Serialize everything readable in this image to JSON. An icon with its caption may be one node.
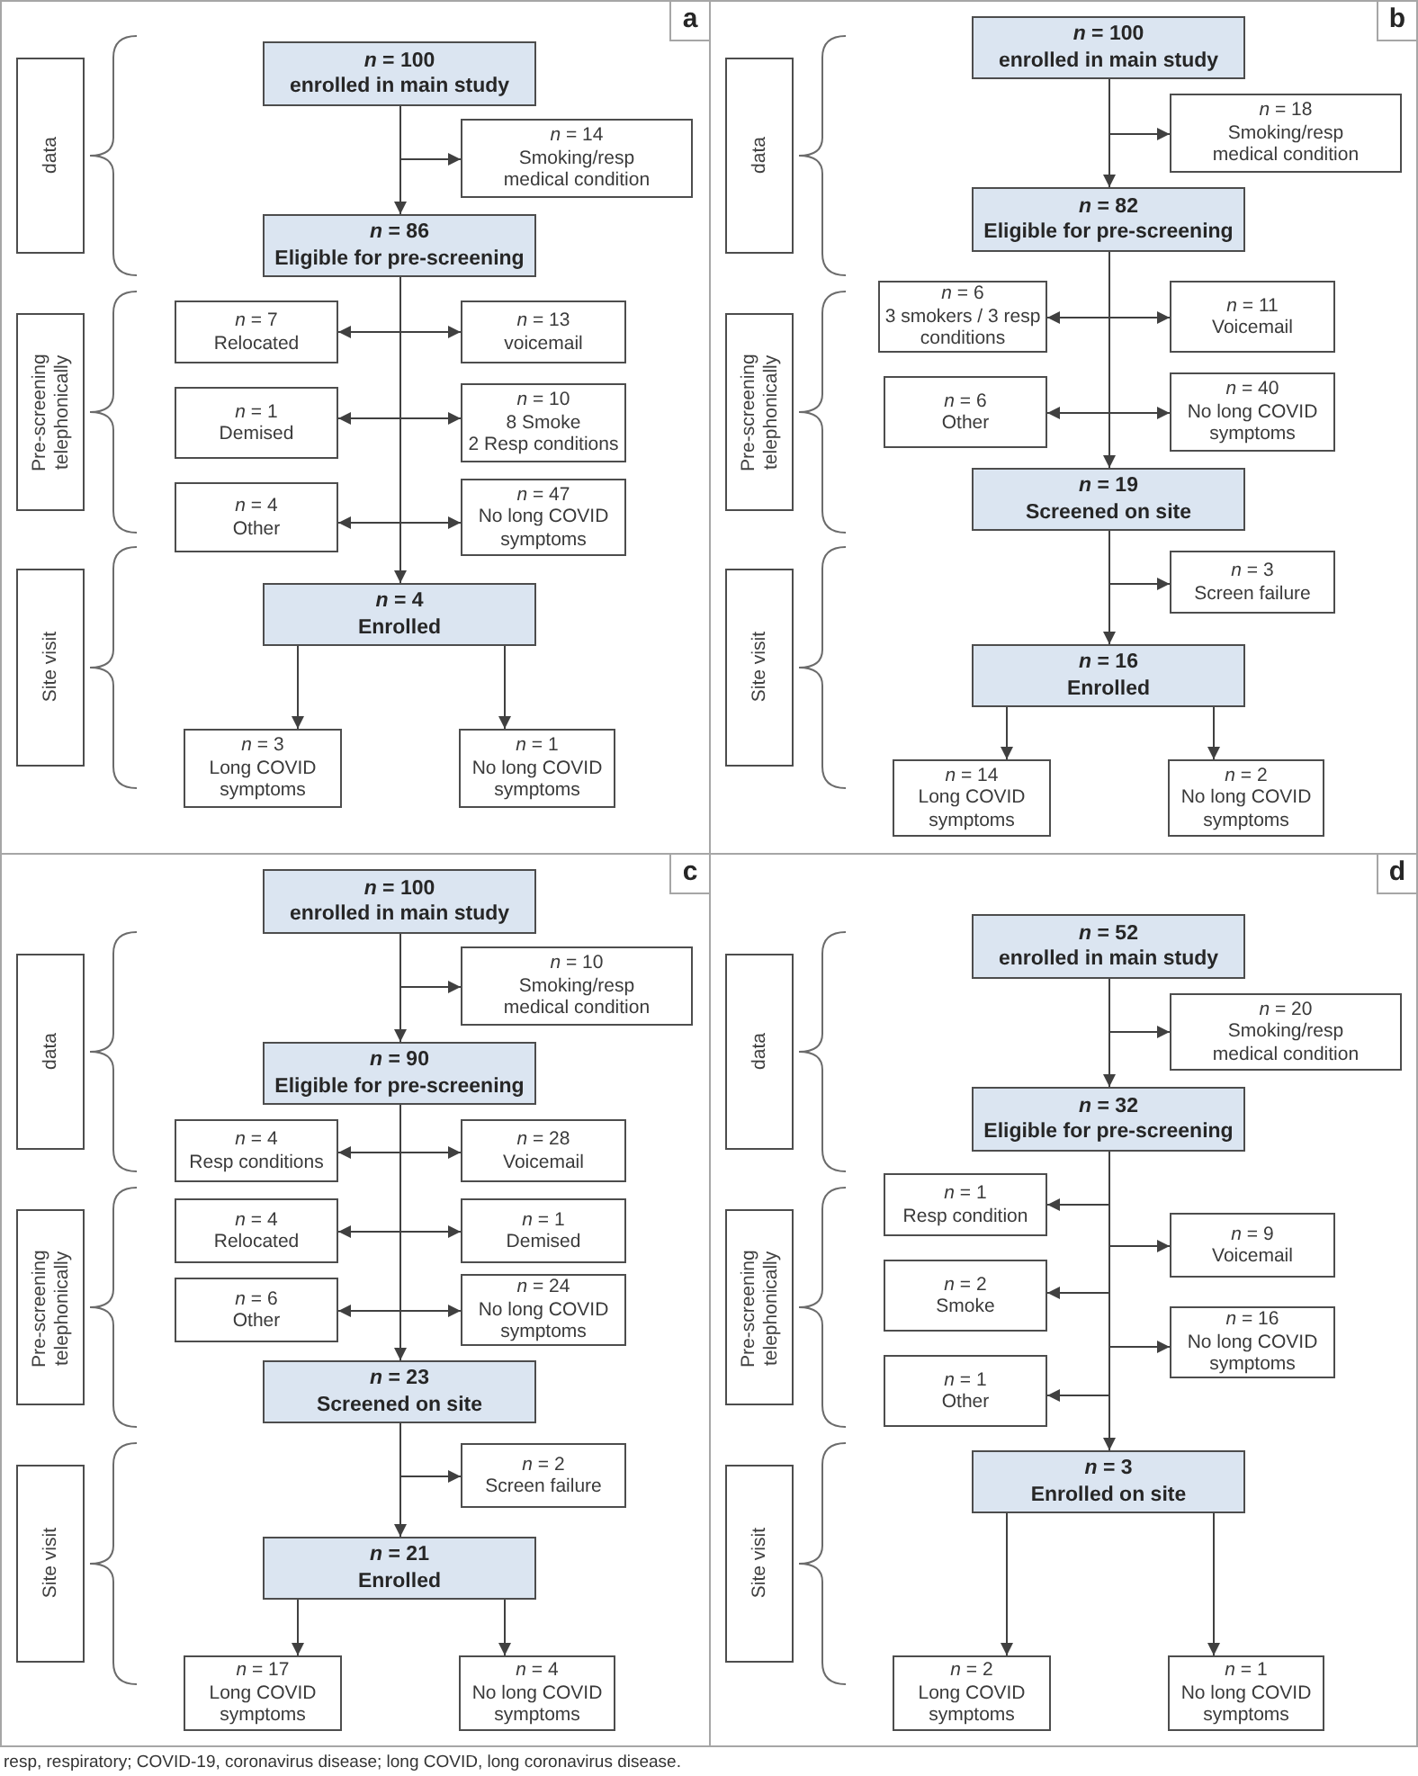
{
  "diagram": {
    "nodes": [
      {
        "text": [
          "a"
        ]
      },
      {
        "text": [
          "data"
        ],
        "in": 0
      },
      {
        "text": [
          "Pre-screening telephonically"
        ],
        "in": 0
      },
      {
        "text": [
          "Site visit"
        ],
        "in": 0
      },
      {
        "text": [
          "*n* = 100",
          "enrolled in main study"
        ],
        "in": 0
      },
      {
        "text": [
          "*n* = 14",
          "Smoking/resp medical condition"
        ],
        "in": 0
      },
      {
        "text": [
          "*n* = 86",
          "Eligible for pre-screening"
        ],
        "in": 0
      },
      {
        "text": [
          "*n* = 7",
          "Relocated"
        ],
        "in": 0
      },
      {
        "text": [
          "*n* = 13",
          "voicemail"
        ],
        "in": 0
      },
      {
        "text": [
          "*n* = 1",
          "Demised"
        ],
        "in": 0
      },
      {
        "text": [
          "*n* = 10",
          "8 Smoke",
          "2 Resp conditions"
        ],
        "in": 0
      },
      {
        "text": [
          "*n* = 4",
          "Other"
        ],
        "in": 0
      },
      {
        "text": [
          "*n* = 47",
          "No long COVID symptoms"
        ],
        "in": 0
      },
      {
        "text": [
          "*n* = 4",
          "Enrolled"
        ],
        "in": 0
      },
      {
        "text": [
          "*n* = 3",
          "Long COVID symptoms"
        ],
        "in": 0
      },
      {
        "text": [
          "*n* = 1",
          "No long COVID symptoms"
        ],
        "in": 0
      },
      {
        "text": [
          "b"
        ]
      },
      {
        "text": [
          "data"
        ],
        "in": 16
      },
      {
        "text": [
          "Pre-screening telephonically"
        ],
        "in": 16
      },
      {
        "text": [
          "Site visit"
        ],
        "in": 16
      },
      {
        "text": [
          "*n* = 100",
          "enrolled in main study"
        ],
        "in": 16
      },
      {
        "text": [
          "*n* = 18",
          "Smoking/resp medical condition"
        ],
        "in": 16
      },
      {
        "text": [
          "*n* = 82",
          "Eligible for pre-screening"
        ],
        "in": 16
      },
      {
        "text": [
          "*n* = 6",
          "3 smokers / 3 resp conditions"
        ],
        "in": 16
      },
      {
        "text": [
          "*n* = 11",
          "Voicemail"
        ],
        "in": 16
      },
      {
        "text": [
          "*n* = 6",
          "Other"
        ],
        "in": 16
      },
      {
        "text": [
          "*n* = 40",
          "No long COVID symptoms"
        ],
        "in": 16
      },
      {
        "text": [
          "*n* = 19",
          "Screened on site"
        ],
        "in": 16
      },
      {
        "text": [
          "*n* = 3",
          "Screen failure"
        ],
        "in": 16
      },
      {
        "text": [
          "*n* = 16",
          "Enrolled"
        ],
        "in": 16
      },
      {
        "text": [
          "*n* = 14",
          "Long COVID symptoms"
        ],
        "in": 16
      },
      {
        "text": [
          "*n* = 2",
          "No long COVID symptoms"
        ],
        "in": 16
      },
      {
        "text": [
          "c"
        ]
      },
      {
        "text": [
          "data"
        ],
        "in": 32
      },
      {
        "text": [
          "Pre-screening telephonically"
        ],
        "in": 32
      },
      {
        "text": [
          "Site visit"
        ],
        "in": 32
      },
      {
        "text": [
          "*n* = 100",
          "enrolled in main study"
        ],
        "in": 32
      },
      {
        "text": [
          "*n* = 10",
          "Smoking/resp medical condition"
        ],
        "in": 32
      },
      {
        "text": [
          "*n* = 90",
          "Eligible for pre-screening"
        ],
        "in": 32
      },
      {
        "text": [
          "*n* = 4",
          "Resp conditions"
        ],
        "in": 32
      },
      {
        "text": [
          "*n* = 28",
          "Voicemail"
        ],
        "in": 32
      },
      {
        "text": [
          "*n* = 4",
          "Relocated"
        ],
        "in": 32
      },
      {
        "text": [
          "*n* = 1",
          "Demised"
        ],
        "in": 32
      },
      {
        "text": [
          "*n* = 6",
          "Other"
        ],
        "in": 32
      },
      {
        "text": [
          "*n* = 24",
          "No long COVID symptoms"
        ],
        "in": 32
      },
      {
        "text": [
          "*n* = 23",
          "Screened on site"
        ],
        "in": 32
      },
      {
        "text": [
          "*n* = 2",
          "Screen failure"
        ],
        "in": 32
      },
      {
        "text": [
          "*n* = 21",
          "Enrolled"
        ],
        "in": 32
      },
      {
        "text": [
          "*n* = 17",
          "Long COVID symptoms"
        ],
        "in": 32
      },
      {
        "text": [
          "*n* = 4",
          "No long COVID symptoms"
        ],
        "in": 32
      },
      {
        "text": [
          "d"
        ]
      },
      {
        "text": [
          "data"
        ],
        "in": 50
      },
      {
        "text": [
          "Pre-screening telephonically"
        ],
        "in": 50
      },
      {
        "text": [
          "Site visit"
        ],
        "in": 50
      },
      {
        "text": [
          "*n* = 52",
          "enrolled in main study"
        ],
        "in": 50
      },
      {
        "text": [
          "*n* = 20",
          "Smoking/resp medical condition"
        ],
        "in": 50
      },
      {
        "text": [
          "*n* = 32",
          "Eligible for pre-screening"
        ],
        "in": 50
      },
      {
        "text": [
          "*n* = 1",
          "Resp condition"
        ],
        "in": 50
      },
      {
        "text": [
          "*n* = 9",
          "Voicemail"
        ],
        "in": 50
      },
      {
        "text": [
          "*n* = 2",
          "Smoke"
        ],
        "in": 50
      },
      {
        "text": [
          "*n* = 16",
          "No long COVID symptoms"
        ],
        "in": 50
      },
      {
        "text": [
          "*n* = 1",
          "Other"
        ],
        "in": 50
      },
      {
        "text": [
          "*n* = 3",
          "Enrolled on site"
        ],
        "in": 50
      },
      {
        "text": [
          "*n* = 2",
          "Long COVID symptoms"
        ],
        "in": 50
      },
      {
        "text": [
          "*n* = 1",
          "No long COVID symptoms"
        ],
        "in": 50
      }
    ],
    "edges": [
      {
        "from": 4,
        "to": 5,
        "arrow": "to"
      },
      {
        "from": 4,
        "to": 6,
        "arrow": "to"
      },
      {
        "from": 6,
        "to": 7,
        "arrow": "to"
      },
      {
        "from": 6,
        "to": 8,
        "arrow": "to"
      },
      {
        "from": 6,
        "to": 9,
        "arrow": "to"
      },
      {
        "from": 6,
        "to": 10,
        "arrow": "to"
      },
      {
        "from": 6,
        "to": 11,
        "arrow": "to"
      },
      {
        "from": 6,
        "to": 12,
        "arrow": "to"
      },
      {
        "from": 6,
        "to": 13,
        "arrow": "to"
      },
      {
        "from": 13,
        "to": 14,
        "arrow": "to"
      },
      {
        "from": 13,
        "to": 15,
        "arrow": "to"
      },
      {
        "from": 20,
        "to": 21,
        "arrow": "to"
      },
      {
        "from": 20,
        "to": 22,
        "arrow": "to"
      },
      {
        "from": 22,
        "to": 23,
        "arrow": "to"
      },
      {
        "from": 22,
        "to": 24,
        "arrow": "to"
      },
      {
        "from": 22,
        "to": 25,
        "arrow": "to"
      },
      {
        "from": 22,
        "to": 26,
        "arrow": "to"
      },
      {
        "from": 22,
        "to": 27,
        "arrow": "to"
      },
      {
        "from": 27,
        "to": 28,
        "arrow": "to"
      },
      {
        "from": 27,
        "to": 29,
        "arrow": "to"
      },
      {
        "from": 29,
        "to": 30,
        "arrow": "to"
      },
      {
        "from": 29,
        "to": 31,
        "arrow": "to"
      },
      {
        "from": 36,
        "to": 37,
        "arrow": "to"
      },
      {
        "from": 36,
        "to": 38,
        "arrow": "to"
      },
      {
        "from": 38,
        "to": 39,
        "arrow": "to"
      },
      {
        "from": 38,
        "to": 40,
        "arrow": "to"
      },
      {
        "from": 38,
        "to": 41,
        "arrow": "to"
      },
      {
        "from": 38,
        "to": 42,
        "arrow": "to"
      },
      {
        "from": 38,
        "to": 43,
        "arrow": "to"
      },
      {
        "from": 38,
        "to": 44,
        "arrow": "to"
      },
      {
        "from": 38,
        "to": 45,
        "arrow": "to"
      },
      {
        "from": 45,
        "to": 46,
        "arrow": "to"
      },
      {
        "from": 45,
        "to": 47,
        "arrow": "to"
      },
      {
        "from": 47,
        "to": 48,
        "arrow": "to"
      },
      {
        "from": 47,
        "to": 49,
        "arrow": "to"
      },
      {
        "from": 54,
        "to": 55,
        "arrow": "to"
      },
      {
        "from": 54,
        "to": 56,
        "arrow": "to"
      },
      {
        "from": 56,
        "to": 57,
        "arrow": "to"
      },
      {
        "from": 56,
        "to": 58,
        "arrow": "to"
      },
      {
        "from": 56,
        "to": 59,
        "arrow": "to"
      },
      {
        "from": 56,
        "to": 60,
        "arrow": "to"
      },
      {
        "from": 56,
        "to": 61,
        "arrow": "to"
      },
      {
        "from": 56,
        "to": 62,
        "arrow": "to"
      },
      {
        "from": 62,
        "to": 63,
        "arrow": "to"
      },
      {
        "from": 62,
        "to": 64,
        "arrow": "to"
      }
    ],
    "caption": "resp, respiratory; COVID-19, coronavirus disease; long COVID, long coronavirus disease."
  }
}
